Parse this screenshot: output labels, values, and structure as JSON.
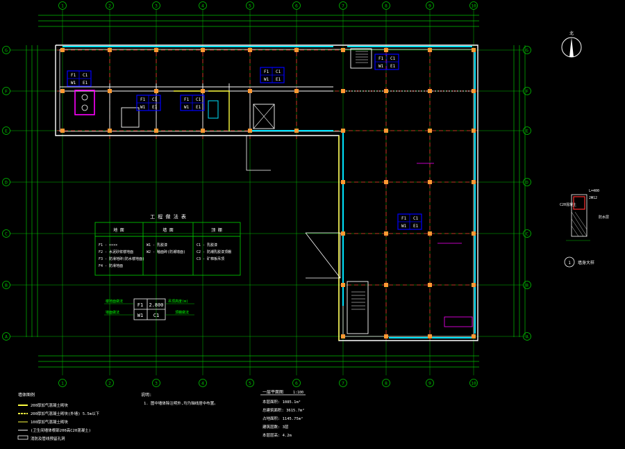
{
  "colors": {
    "background": "#000000",
    "grid_line": "#00c000",
    "wall": "#ffffff",
    "window": "#00e5ff",
    "axis": "#ff3030",
    "column": "#ff9933",
    "tag_box": "#0000ff",
    "highlight": "#ff00ff",
    "room_text": "#ffffff"
  },
  "grid": {
    "col_labels": [
      "1",
      "2",
      "3",
      "4",
      "5",
      "6",
      "7",
      "8",
      "9",
      "10"
    ],
    "row_labels": [
      "G",
      "F",
      "E",
      "D",
      "C",
      "B",
      "A"
    ]
  },
  "legend_table": {
    "title": "工 程 做 法 表",
    "headers": [
      "地 面",
      "墙 面",
      "顶 棚"
    ],
    "col1": [
      "F1 - ××××",
      "F2 - 水泥砂浆楼地面",
      "F3 - 防滑地砖(防水楼地面)",
      "F4 - 防滑地面"
    ],
    "col2": [
      "W1 - 乳胶漆",
      "W2 - 釉面砖(防潮墙面)"
    ],
    "col3": [
      "C1 - 乳胶漆",
      "C2 - 防潮乳胶漆顶棚",
      "C3 - 矿棉板吊顶"
    ]
  },
  "tag_key": {
    "floor_code": "F1",
    "ceiling_code": "C1",
    "wall_code": "W1",
    "height": "2.800",
    "label_floor": "楼地面做法",
    "label_wall": "墙面做法",
    "label_height": "吊顶高度(m)",
    "label_ceiling": "顶棚做法"
  },
  "room_tags": [
    {
      "f": "F1",
      "c": "C1",
      "w": "W1",
      "e": "E1"
    },
    {
      "f": "F1",
      "c": "C1",
      "w": "W1",
      "e": "E1"
    },
    {
      "f": "F1",
      "c": "C1",
      "w": "W1",
      "e": "E1"
    },
    {
      "f": "F1",
      "c": "C1",
      "w": "W1",
      "e": "E1"
    },
    {
      "f": "F1",
      "c": "C1",
      "w": "W1",
      "e": "E1"
    },
    {
      "f": "F1",
      "c": "C1",
      "w": "W1",
      "e": "E1"
    }
  ],
  "notes_legend": {
    "title": "墙体图例",
    "items": [
      "200厚加气混凝土砌块",
      "200厚加气混凝土砌块(外墙)  5.5m以下",
      "100厚加气混凝土砌块",
      "(卫生间墙体根部200高C20混凝土)",
      "消防及管线预留孔洞"
    ]
  },
  "notes": {
    "title": "说明:",
    "line1": "1. 图中墙体除注明外,均为轴线居中布置。"
  },
  "area_info": {
    "title": "一层平面图",
    "scale": "1:100",
    "lines": [
      "本层面积: 1085.1m²",
      "总建筑面积: 3615.7m²",
      "占地面积: 1145.75m²",
      "建筑层数: 3层",
      "本层层高: 4.2m"
    ]
  },
  "detail": {
    "title": "墙身大样",
    "number": "1",
    "labels": [
      "C20混凝土",
      "L=400",
      "2Φ12",
      "防水层"
    ]
  },
  "north": {
    "label": "北"
  }
}
